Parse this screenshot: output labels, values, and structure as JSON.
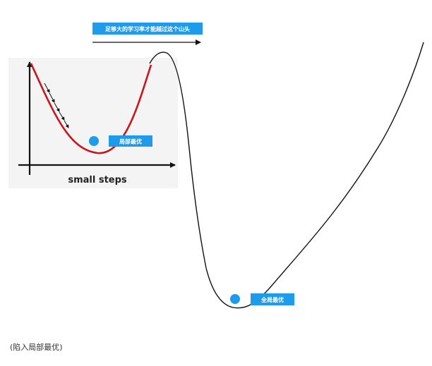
{
  "banner": {
    "text": "足够大的学习率才能越过这个山头"
  },
  "inset": {
    "axis_label": "small steps"
  },
  "labels": {
    "local_optimum": "局部最优",
    "global_optimum": "全局最优"
  },
  "caption": "(陷入局部最优)",
  "colors": {
    "accent": "#1e9bea",
    "inset_curve": "#c8161d",
    "curve": "#111111"
  }
}
